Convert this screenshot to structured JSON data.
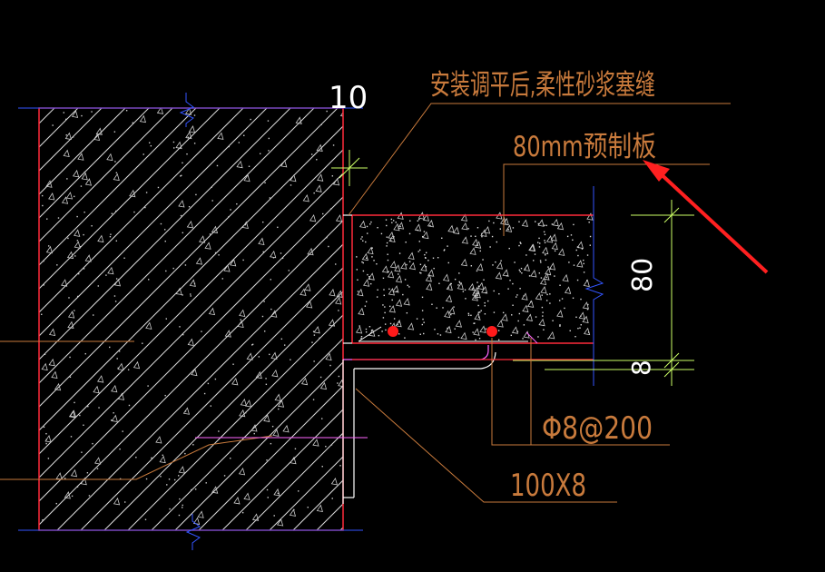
{
  "labels": {
    "joint_note": "安装调平后,柔性砂浆塞缝",
    "slab_note": "80mm预制板",
    "rebar_note": "Φ8@200",
    "angle_note": "100X8",
    "dim_top": "10",
    "dim_slab": "80",
    "dim_gap": "8"
  },
  "colors": {
    "background": "#000000",
    "concrete_outline": "#ff2a3a",
    "leader": "#c87a3c",
    "hatch": "#ffffff",
    "dimension": "#ccff66",
    "rebar_dot": "#ff1a1a",
    "arrow": "#ff2020",
    "angle_steel": "#ff66ff",
    "axis": "#3355ff"
  }
}
